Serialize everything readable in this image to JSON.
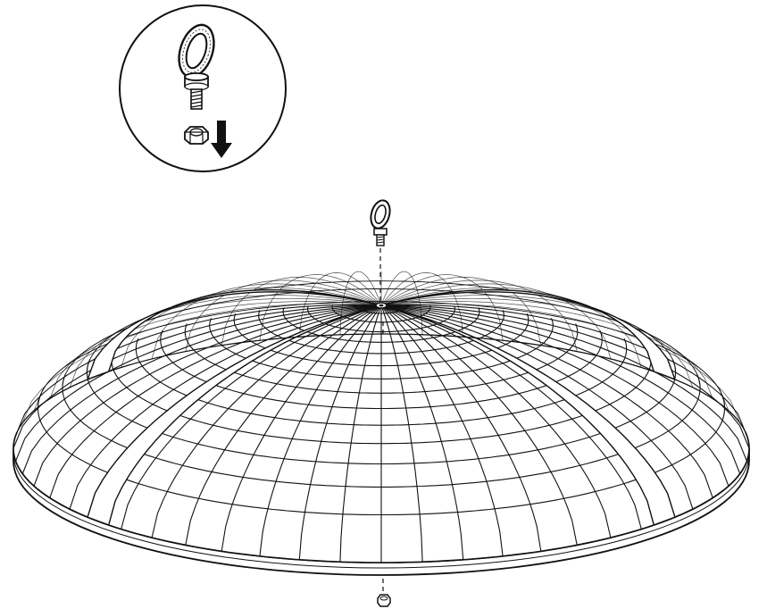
{
  "diagram": {
    "colors": {
      "line": "#111111",
      "fill": "#ffffff",
      "arrow": "#111111"
    },
    "icons": [
      "eye-bolt-icon",
      "hex-nut-icon",
      "down-arrow-icon"
    ],
    "dome": {
      "rings": 15,
      "spokes": 56,
      "ribs": 4,
      "description_visible": false
    }
  }
}
